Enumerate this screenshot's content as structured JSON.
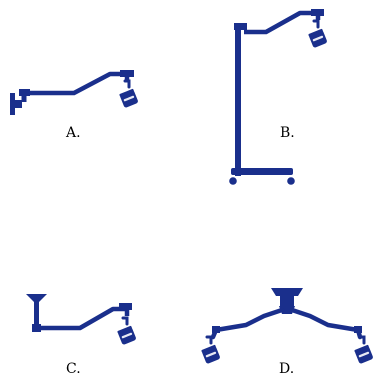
{
  "colors": {
    "fixture": "#1a2f8c",
    "background": "#ffffff",
    "label": "#000000"
  },
  "figure": {
    "panels": [
      {
        "id": "a",
        "label": "A.",
        "mount": "wall-bracket",
        "lamp_heads": 1
      },
      {
        "id": "b",
        "label": "B.",
        "mount": "rolling-floor-stand",
        "lamp_heads": 1
      },
      {
        "id": "c",
        "label": "C.",
        "mount": "ceiling-post",
        "lamp_heads": 1
      },
      {
        "id": "d",
        "label": "D.",
        "mount": "ceiling-canopy",
        "lamp_heads": 2
      }
    ]
  }
}
